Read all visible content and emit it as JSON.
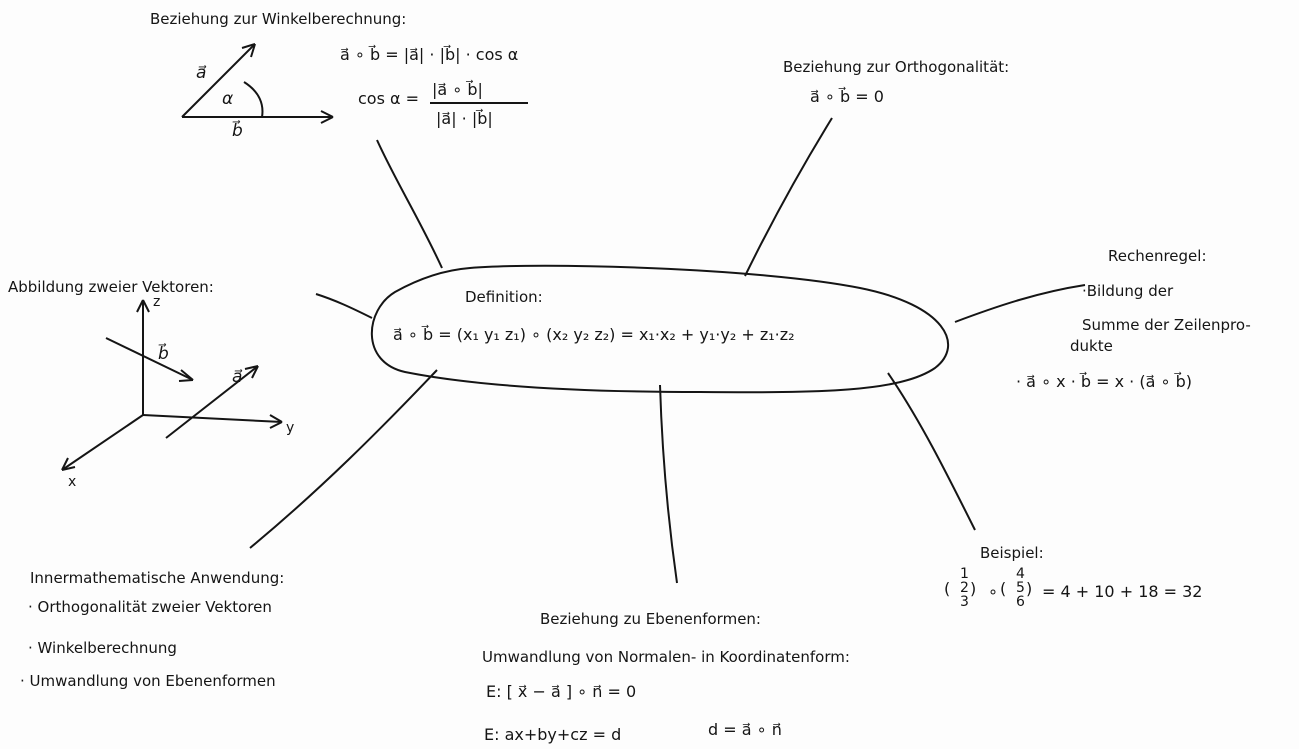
{
  "center": {
    "title": "Definition:",
    "formula": "a⃗ ∘ b⃗ = (x₁ y₁ z₁) ∘ (x₂ y₂ z₂) = x₁·x₂ + y₁·y₂ + z₁·z₂"
  },
  "branches": {
    "winkel": {
      "title": "Beziehung zur Winkelberechnung:",
      "formula1": "a⃗ ∘ b⃗ = |a⃗| · |b⃗| · cos α",
      "cos_lhs": "cos α =",
      "cos_num": "|a⃗ ∘ b⃗|",
      "cos_den": "|a⃗| · |b⃗|",
      "label_a": "a⃗",
      "label_b": "b⃗",
      "label_alpha": "α"
    },
    "orthogonal": {
      "title": "Beziehung zur Orthogonalität:",
      "formula": "a⃗ ∘ b⃗ = 0"
    },
    "abbildung": {
      "title": "Abbildung zweier Vektoren:",
      "axis_z": "z",
      "axis_y": "y",
      "axis_x": "x",
      "vec_a": "a⃗",
      "vec_b": "b⃗"
    },
    "rechenregel": {
      "title": "Rechenregel:",
      "line1": "·Bildung der",
      "line2": "Summe der Zeilenpro-",
      "line3": "dukte",
      "formula": "· a⃗ ∘ x · b⃗ = x · (a⃗ ∘ b⃗)"
    },
    "beispiel": {
      "title": "Beispiel:",
      "v1": [
        "1",
        "2",
        "3"
      ],
      "v2": [
        "4",
        "5",
        "6"
      ],
      "result": "= 4 + 10 + 18 = 32"
    },
    "innermath": {
      "title": "Innermathematische Anwendung:",
      "item1": "· Orthogonalität zweier Vektoren",
      "item2": "· Winkelberechnung",
      "item3": "· Umwandlung von Ebenenformen"
    },
    "ebenen": {
      "title": "Beziehung zu Ebenenformen:",
      "sub": "Umwandlung von Normalen- in Koordinatenform:",
      "formula1": "E: [ x⃗ − a⃗ ] ∘ n⃗ = 0",
      "formula2": "E: ax+by+cz = d",
      "formula3": "d = a⃗ ∘ n⃗"
    }
  }
}
